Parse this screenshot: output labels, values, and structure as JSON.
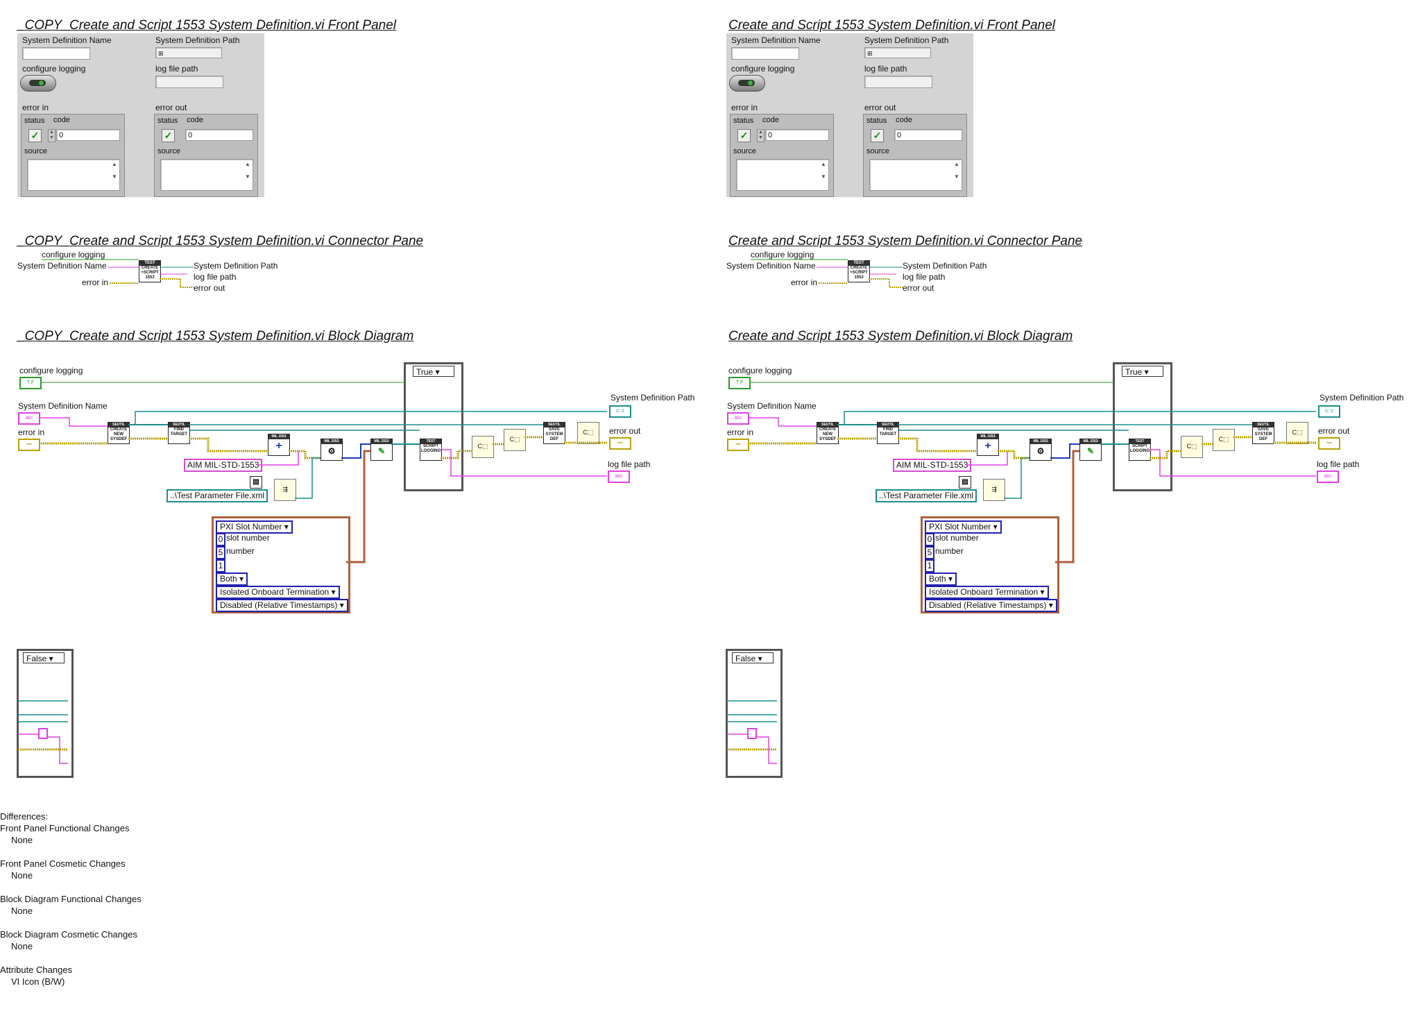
{
  "left": {
    "front_panel_title": "_COPY_Create and Script 1553 System Definition.vi Front Panel",
    "connector_pane_title": "_COPY_Create and Script 1553 System Definition.vi Connector Pane",
    "block_diagram_title": "_COPY_Create and Script 1553 System Definition.vi Block Diagram"
  },
  "right": {
    "front_panel_title": "Create and Script 1553 System Definition.vi Front Panel",
    "connector_pane_title": "Create and Script 1553 System Definition.vi Connector Pane",
    "block_diagram_title": "Create and Script 1553 System Definition.vi Block Diagram"
  },
  "front_panel": {
    "system_definition_name": "System Definition Name",
    "system_definition_path": "System Definition Path",
    "configure_logging": "configure logging",
    "log_file_path": "log file path",
    "error_in": "error in",
    "error_out": "error out",
    "status": "status",
    "code": "code",
    "code_value": "0",
    "source": "source"
  },
  "connector_pane": {
    "configure_logging": "configure logging",
    "system_definition_name": "System Definition Name",
    "error_in": "error in",
    "system_definition_path": "System Definition Path",
    "log_file_path": "log file path",
    "error_out": "error out",
    "icon_lines": [
      "TEST",
      "CREATE",
      "+SCRIPT",
      "1553"
    ]
  },
  "block_diagram": {
    "configure_logging": "configure logging",
    "system_definition_name": "System Definition Name",
    "error_in": "error in",
    "system_definition_path": "System Definition Path",
    "error_out": "error out",
    "log_file_path": "log file path",
    "aim_constant": "AIM MIL-STD-1553",
    "test_param_file": "..\\Test Parameter File.xml",
    "case_true": "True",
    "case_false": "False",
    "enum_pxi": "PXI Slot Number",
    "slot_number_value": "0",
    "slot_number_label": "slot number",
    "u_number_value": "5",
    "u_number_label": "number",
    "one_value": "1",
    "both": "Both",
    "termination": "Isolated Onboard Termination",
    "timestamps": "Disabled (Relative Timestamps)",
    "subvis": {
      "create": [
        "SEUTIL",
        "CREATE",
        "NEW",
        "SYSDEF"
      ],
      "find": [
        "SEUTIL",
        "FIND",
        "TARGET"
      ],
      "mil1": "MIL 1553",
      "mil2": "MIL 1553",
      "mil3": "MIL 1553",
      "script_logging": [
        "TEST",
        "SCRIPT",
        "LOGGING"
      ],
      "save": [
        "SEUTIL",
        "SAVE",
        "SYSTEM",
        "DEF"
      ],
      "tf": "T F",
      "abc": "abc"
    }
  },
  "differences": {
    "header": "Differences:",
    "items": [
      {
        "label": "Front Panel Functional Changes",
        "value": "None"
      },
      {
        "label": "Front Panel Cosmetic Changes",
        "value": "None"
      },
      {
        "label": "Block Diagram Functional Changes",
        "value": "None"
      },
      {
        "label": "Block Diagram Cosmetic Changes",
        "value": "None"
      },
      {
        "label": "Attribute Changes",
        "value": "VI Icon (B/W)"
      }
    ]
  },
  "colors": {
    "string_wire": "#e040e0",
    "bool_wire": "#2a9a2a",
    "error_wire": "#b8a000",
    "path_wire": "#1b8d8d",
    "ref_wire": "#1b8d8d",
    "cluster_wire": "#b0603a",
    "enum_border": "#2020b0"
  }
}
